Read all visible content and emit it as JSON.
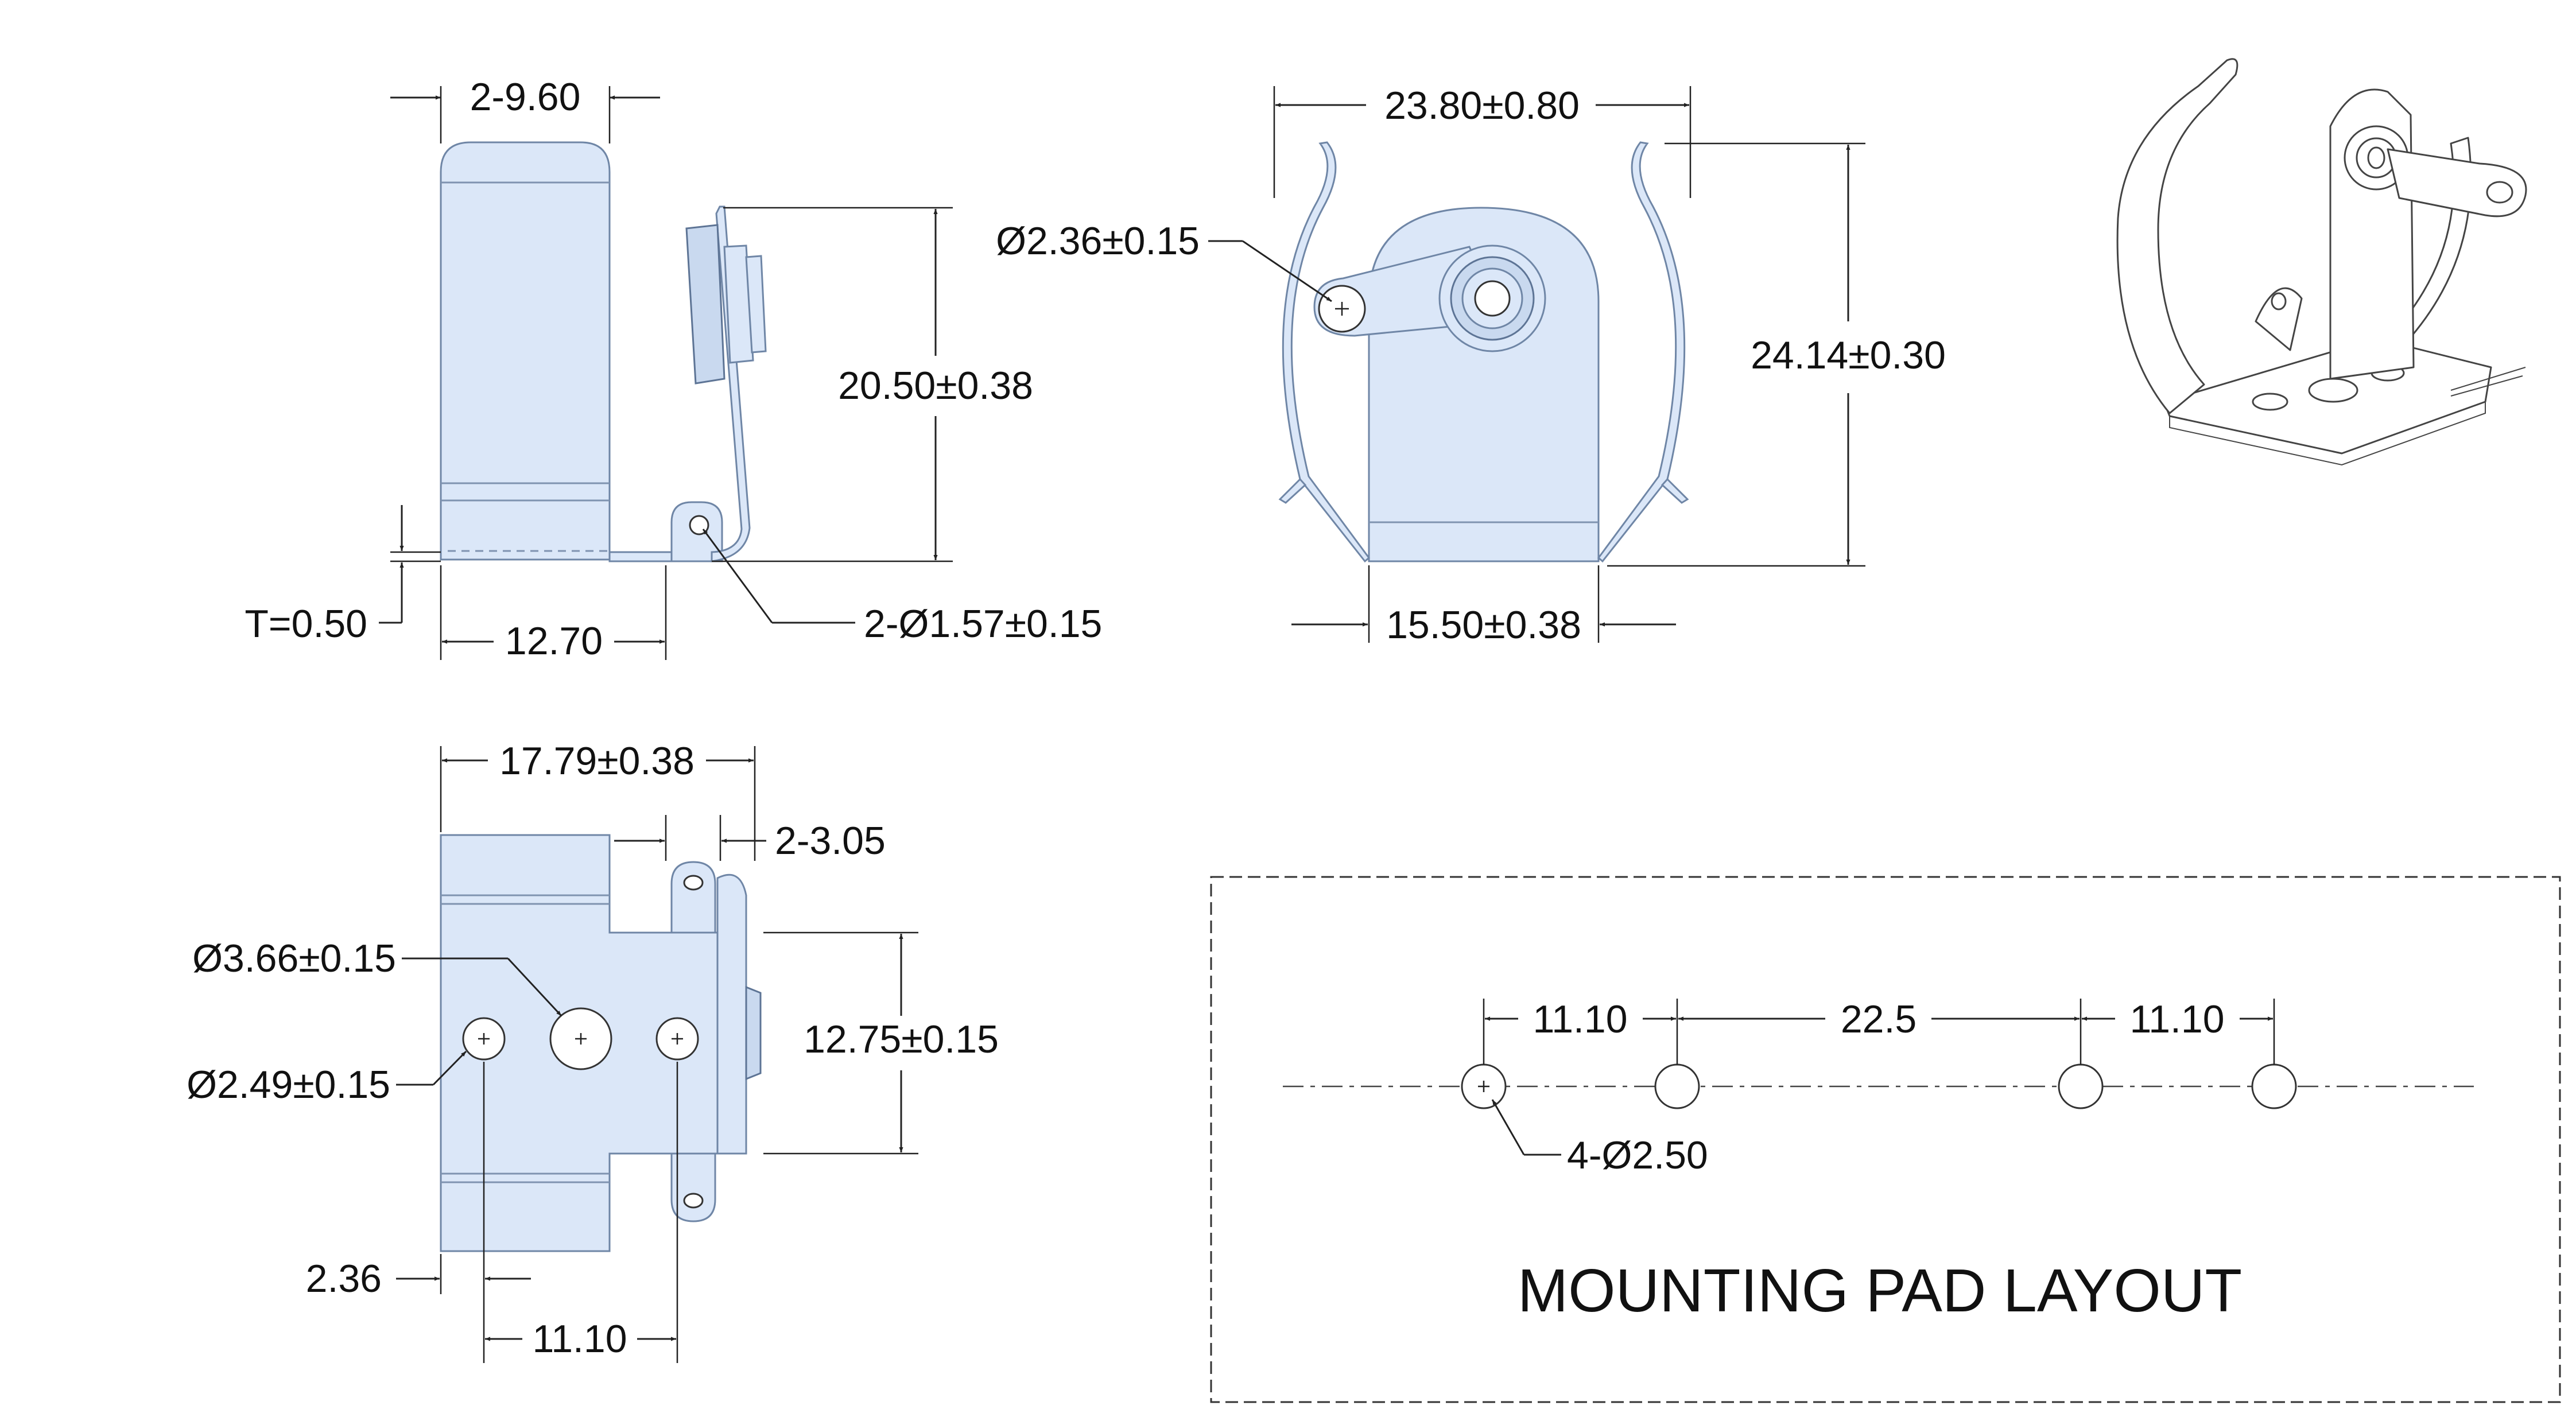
{
  "drawing": {
    "side_view": {
      "width_dim": "2-9.60",
      "height_dim": "20.50±0.38",
      "thickness_dim": "T=0.50",
      "base_length_dim": "12.70",
      "tab_hole_dim": "2-Ø1.57±0.15"
    },
    "front_view": {
      "opening_dim": "23.80±0.80",
      "pivot_hole_dim": "Ø2.36±0.15",
      "height_dim": "24.14±0.30",
      "base_width_dim": "15.50±0.38"
    },
    "bottom_view": {
      "length_dim": "17.79±0.38",
      "tab_width_dim": "2-3.05",
      "center_hole_dim": "Ø3.66±0.15",
      "side_hole_dim": "Ø2.49±0.15",
      "height_dim": "12.75±0.15",
      "edge_offset_dim": "2.36",
      "hole_spacing_dim": "11.10"
    },
    "pad_layout": {
      "title": "MOUNTING PAD LAYOUT",
      "spacing_left": "11.10",
      "spacing_middle": "22.5",
      "spacing_right": "11.10",
      "hole_dim": "4-Ø2.50"
    }
  },
  "colors": {
    "part_fill": "#dbe7f8",
    "part_outline": "#6f86a6",
    "dimension_line": "#222222"
  }
}
